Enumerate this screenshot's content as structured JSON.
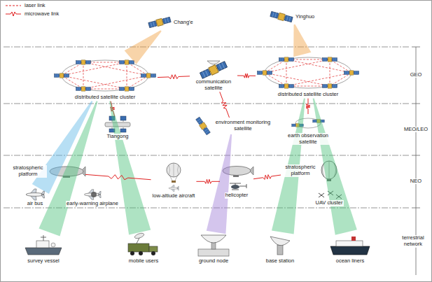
{
  "diagram": {
    "nodes": [
      {
        "text": [
          "Chang'e"
        ]
      },
      {
        "text": [
          "Yinghuo"
        ]
      },
      {
        "text": [
          "distributed satellite cluster"
        ]
      },
      {
        "text": [
          "communication satellite"
        ]
      },
      {
        "text": [
          "distributed satellite cluster"
        ]
      },
      {
        "text": [
          "Tiangong"
        ]
      },
      {
        "text": [
          "environment monitoring satellite"
        ]
      },
      {
        "text": [
          "earth observation satellite"
        ]
      },
      {
        "text": [
          "stratospheric platform"
        ]
      },
      {
        "text": [
          "stratospheric platform"
        ]
      },
      {
        "text": [
          "air bus"
        ]
      },
      {
        "text": [
          "early-warning airplane"
        ]
      },
      {
        "text": [
          "low-altiude aircraft"
        ]
      },
      {
        "text": [
          "helicopter"
        ]
      },
      {
        "text": [
          "UAV cluster"
        ]
      },
      {
        "text": [
          "survey vessel"
        ]
      },
      {
        "text": [
          "mobile users"
        ]
      },
      {
        "text": [
          "ground node"
        ]
      },
      {
        "text": [
          "base station"
        ]
      },
      {
        "text": [
          "ocean liners"
        ]
      }
    ],
    "edges": [
      {
        "from": 0,
        "to": 2,
        "arrow": "none"
      },
      {
        "from": 1,
        "to": 4,
        "arrow": "none"
      },
      {
        "from": 2,
        "to": 3,
        "arrow": "none"
      },
      {
        "from": 3,
        "to": 4,
        "arrow": "none"
      },
      {
        "from": 2,
        "to": 5,
        "arrow": "none"
      },
      {
        "from": 3,
        "to": 6,
        "arrow": "none"
      },
      {
        "from": 4,
        "to": 7,
        "arrow": "none"
      },
      {
        "from": 2,
        "to": 10,
        "arrow": "none"
      },
      {
        "from": 2,
        "to": 15,
        "arrow": "none"
      },
      {
        "from": 2,
        "to": 16,
        "arrow": "none"
      },
      {
        "from": 6,
        "to": 17,
        "arrow": "none"
      },
      {
        "from": 4,
        "to": 18,
        "arrow": "none"
      },
      {
        "from": 4,
        "to": 19,
        "arrow": "none"
      },
      {
        "from": 8,
        "to": 12,
        "arrow": "none"
      },
      {
        "from": 12,
        "to": 13,
        "arrow": "none"
      },
      {
        "from": 13,
        "to": 9,
        "arrow": "none"
      }
    ],
    "labels": [
      "GEO",
      "MEO/LEO",
      "NEO",
      "terrestrial network"
    ],
    "legend": [
      {
        "text": "laser link"
      },
      {
        "text": "microwave link"
      }
    ]
  }
}
